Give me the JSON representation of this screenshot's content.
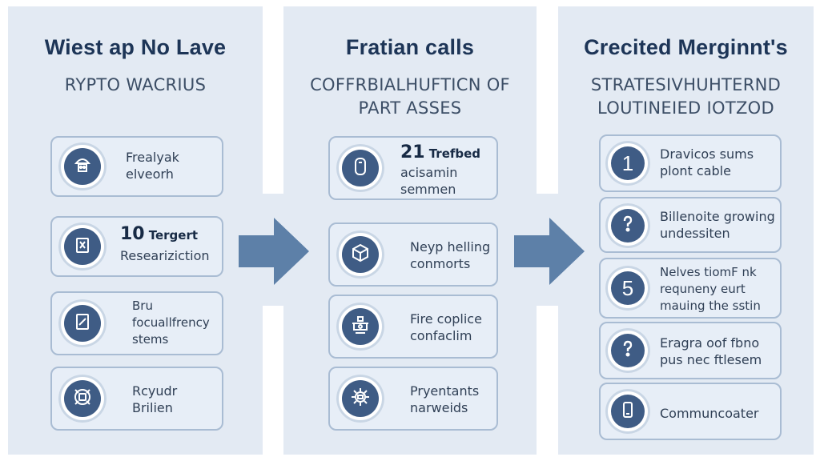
{
  "panels": [
    {
      "title": "Wiest ap No Lave",
      "subtitle": [
        "RYPTO WACRIUS"
      ],
      "cards": [
        {
          "icon": "robot-icon",
          "lines": [
            "Frealyak",
            "elveorh"
          ]
        },
        {
          "icon": "document-icon",
          "number": "10",
          "number_label": "Tergert",
          "lines": [
            "Researiziction"
          ]
        },
        {
          "icon": "clipboard-icon",
          "lines": [
            "Bru",
            "focuallfrency",
            "stems"
          ]
        },
        {
          "icon": "target-icon",
          "lines": [
            "Rcyudr",
            "Brilien"
          ]
        }
      ]
    },
    {
      "title": "Fratian calls",
      "subtitle": [
        "COFFRBIALHUFTICN OF",
        "PART ASSES"
      ],
      "cards": [
        {
          "icon": "smartphone-icon",
          "number": "21",
          "number_label": "Trefbed",
          "lines": [
            "acisamin",
            "semmen"
          ]
        },
        {
          "icon": "cube-icon",
          "lines": [
            "Neyp helling",
            "conmorts"
          ]
        },
        {
          "icon": "machine-icon",
          "lines": [
            "Fire coplice",
            "confaclim"
          ]
        },
        {
          "icon": "gear-icon",
          "lines": [
            "Pryentants",
            "narweids"
          ]
        }
      ]
    },
    {
      "title": "Crecited Merginnt's",
      "subtitle": [
        "STRATESIVHUHTERND",
        "LOUTINEIED IOTZOD"
      ],
      "cards": [
        {
          "icon": "number-icon",
          "badge": "1",
          "lines": [
            "Dravicos sums",
            "plont cable"
          ]
        },
        {
          "icon": "question-icon",
          "lines": [
            "Billenoite growing",
            "undessiten"
          ]
        },
        {
          "icon": "number-icon",
          "badge": "5",
          "lines": [
            "Nelves tiomF nk",
            "requneny eurt",
            "mauing the sstin"
          ]
        },
        {
          "icon": "question-icon",
          "lines": [
            "Eragra oof fbno",
            "pus nec ftlesem"
          ]
        },
        {
          "icon": "phone-icon",
          "lines": [
            "Communcoater"
          ]
        }
      ]
    }
  ],
  "colors": {
    "panel_bg": "#e3eaf3",
    "card_border": "#a9bcd3",
    "icon_fill": "#3f5c85",
    "arrow": "#5d80a8",
    "title": "#1d3557"
  }
}
